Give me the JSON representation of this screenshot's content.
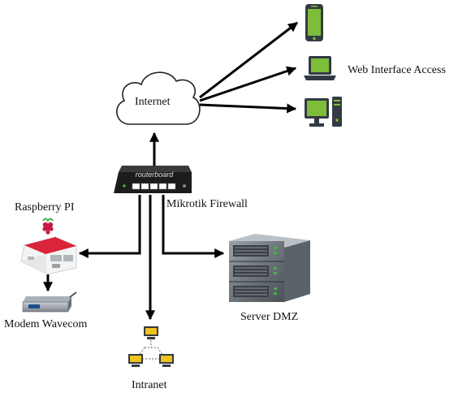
{
  "labels": {
    "internet": "Internet",
    "web_interface_access": "Web Interface Access",
    "router_brand": "routerboard",
    "mikrotik_firewall": "Mikrotik Firewall",
    "raspberry_pi": "Raspberry PI",
    "modem_wavecom": "Modem Wavecom",
    "server_dmz": "Server DMZ",
    "intranet": "Intranet"
  },
  "icons": {
    "cloud": "cloud-icon",
    "phone": "smartphone-icon",
    "laptop": "laptop-icon",
    "desktop": "desktop-computer-icon",
    "router": "router-icon",
    "raspberry_pi": "raspberry-pi-icon",
    "modem": "modem-icon",
    "server": "server-rack-icon",
    "intranet": "network-nodes-icon"
  },
  "colors": {
    "arrow": "#000000",
    "device_green": "#7dbd3a",
    "device_frame": "#333a44",
    "intranet_node": "#f0c21a",
    "pi_case_red": "#d9243a",
    "server_led": "#4caf50"
  }
}
